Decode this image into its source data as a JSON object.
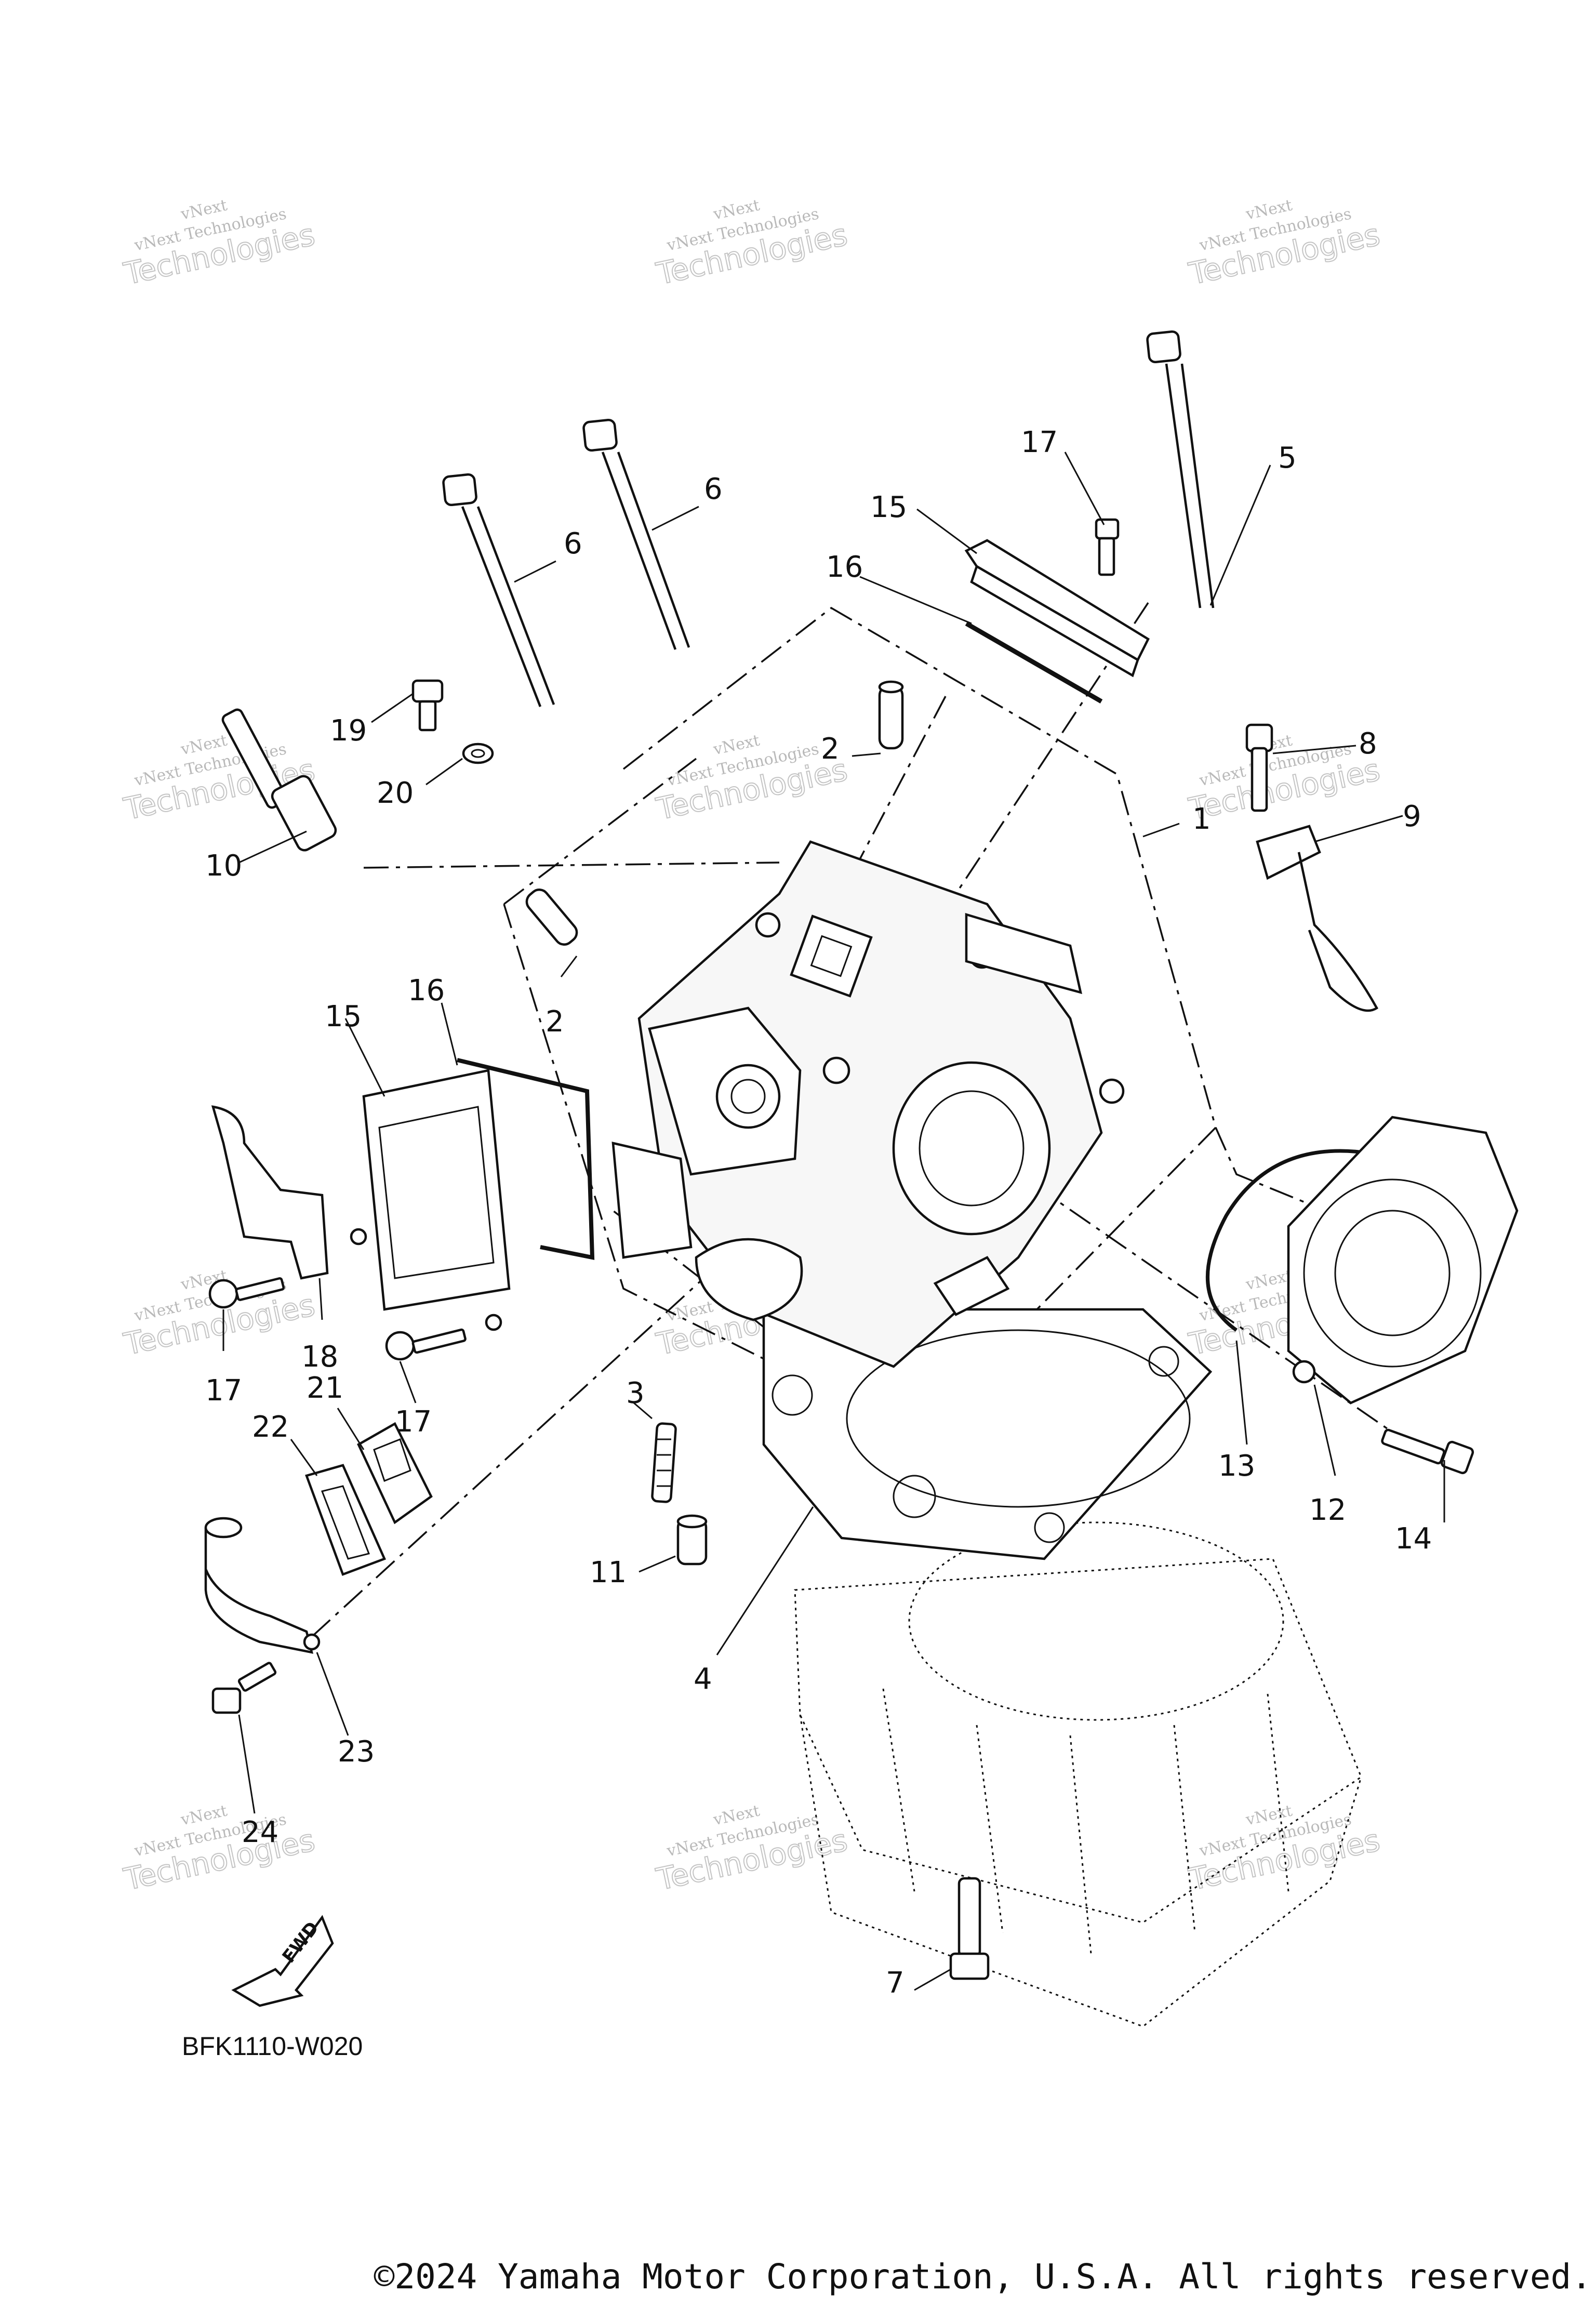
{
  "diagram": {
    "code": "BFK1110-W020",
    "fwd_label": "FWD",
    "copyright": "©2024 Yamaha Motor Corporation, U.S.A. All rights reserved.",
    "watermark": {
      "line1": "vNext",
      "line2": "vNext Technologies",
      "line3": "Technologies"
    },
    "callouts": [
      "1",
      "2",
      "2",
      "3",
      "4",
      "5",
      "6",
      "6",
      "7",
      "8",
      "9",
      "10",
      "11",
      "12",
      "13",
      "14",
      "15",
      "15",
      "16",
      "16",
      "17",
      "17",
      "17",
      "18",
      "19",
      "20",
      "21",
      "22",
      "23",
      "24"
    ]
  }
}
